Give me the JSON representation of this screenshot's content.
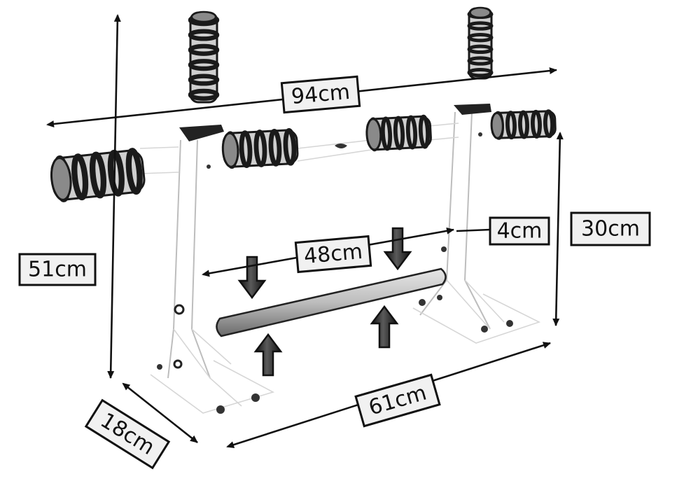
{
  "diagram": {
    "dimensions": {
      "overall_width": "94cm",
      "overall_height": "51cm",
      "depth": "18cm",
      "base_length": "61cm",
      "bar_length": "48cm",
      "upright_height": "30cm",
      "offset": "4cm"
    },
    "colors": {
      "ink": "#111111",
      "label_fill": "#f1f1f1",
      "frame_line": "#bdbdbd",
      "roller_dark": "#1a1a1a",
      "roller_light": "#cfcfcf"
    }
  }
}
